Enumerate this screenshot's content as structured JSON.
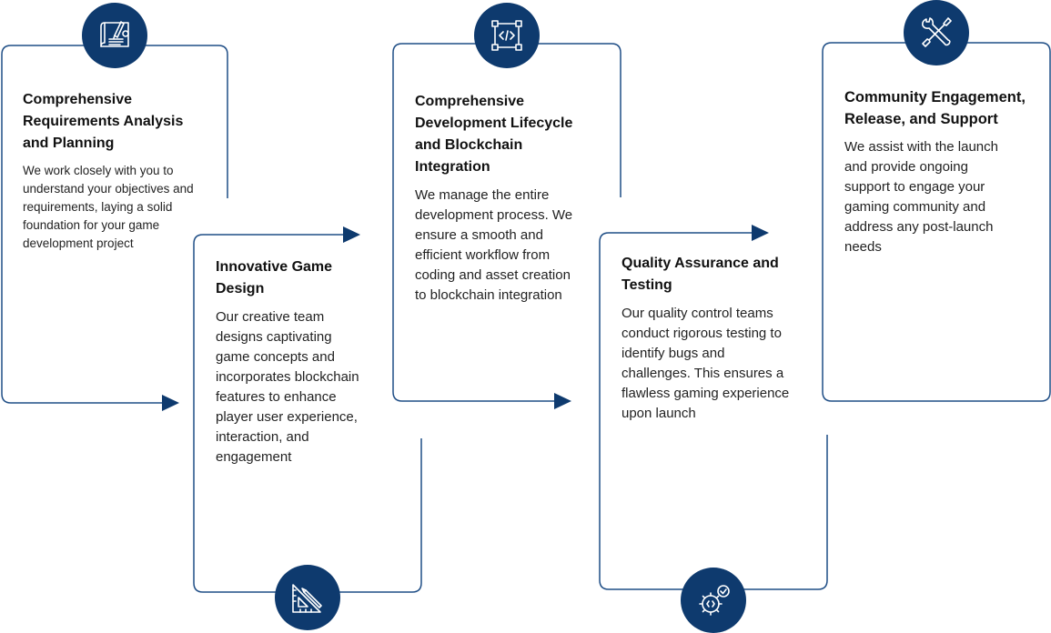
{
  "steps": [
    {
      "title": "Comprehensive Requirements Analysis and Planning",
      "description": "We work closely with you to understand your objectives and requirements, laying a solid foundation for your game development project",
      "icon": "blueprint-icon"
    },
    {
      "title": "Innovative Game Design",
      "description": "Our creative team designs captivating game concepts and incorporates blockchain features to enhance player user experience, interaction, and engagement",
      "icon": "design-tools-icon"
    },
    {
      "title": "Comprehensive Development Lifecycle and Blockchain Integration",
      "description": "We manage the entire development process. We ensure a smooth and efficient workflow from coding and asset creation to blockchain integration",
      "icon": "code-frame-icon"
    },
    {
      "title": "Quality Assurance and Testing",
      "description": "Our quality control teams conduct rigorous testing to identify bugs and challenges. This ensures a flawless gaming experience upon launch",
      "icon": "code-gear-check-icon"
    },
    {
      "title": "Community Engagement, Release, and Support",
      "description": "We assist with the launch and provide ongoing support to engage your gaming community and address any post-launch needs",
      "icon": "wrench-screwdriver-icon"
    }
  ],
  "colors": {
    "accent": "#0e3a6e",
    "line": "#1f4e86",
    "text": "#1b1b1b"
  }
}
